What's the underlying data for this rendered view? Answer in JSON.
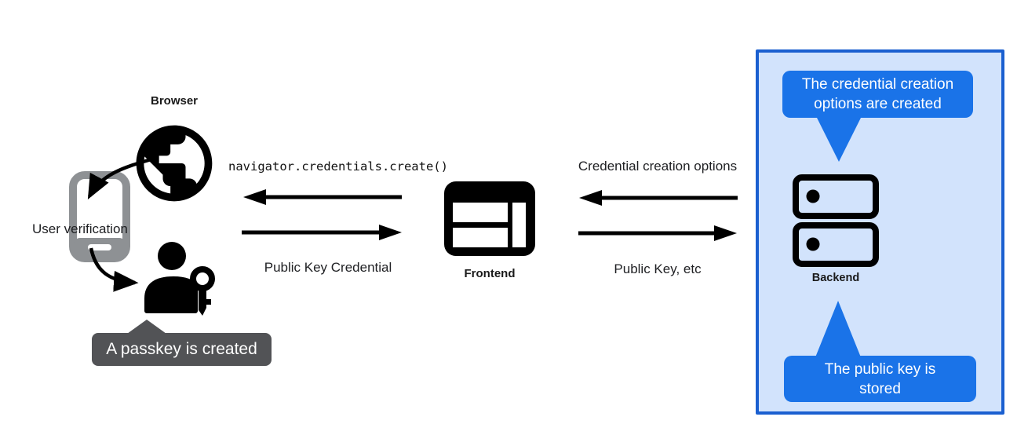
{
  "colors": {
    "callout_blue": "#1a73e8",
    "box_border_blue": "#1a5fd0",
    "box_fill_blue": "#d2e3fc",
    "dark_tooltip_gray": "#525356",
    "phone_gray": "#8e9194",
    "icon_black": "#000000",
    "text_dark": "#202124"
  },
  "device_flow": {
    "browser_label": "Browser",
    "user_verification_label": "User verification",
    "passkey_created_tooltip": "A passkey is created"
  },
  "frontend_flow": {
    "api_call_label": "navigator.credentials.create()",
    "public_key_credential_label": "Public Key Credential",
    "frontend_label": "Frontend"
  },
  "backend_flow": {
    "credential_creation_options_label": "Credential creation options",
    "public_key_etc_label": "Public Key, etc",
    "backend_label": "Backend",
    "options_created_tooltip": "The credential creation options are created",
    "public_key_stored_tooltip": "The public key is stored"
  },
  "icons": {
    "globe_icon": "globe (browser)",
    "smartphone_icon": "smartphone (authenticator)",
    "user_key_icon": "user with passkey",
    "browser_window_icon": "frontend app window",
    "server_stack_icon": "backend server stack"
  }
}
